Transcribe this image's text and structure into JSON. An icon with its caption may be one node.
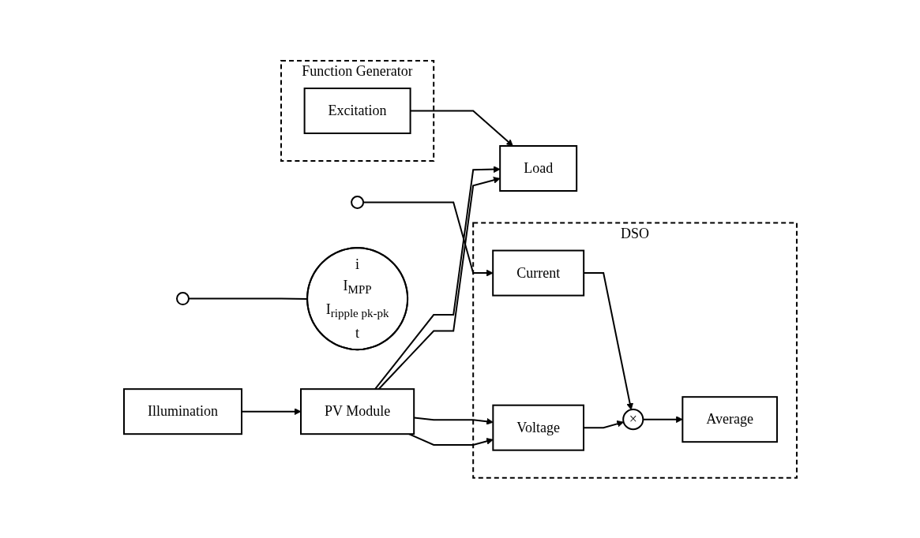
{
  "diagram": {
    "nodes": [
      {
        "text": [
          "Function Generator"
        ]
      },
      {
        "text": [
          "Excitation"
        ],
        "in": 0
      },
      {
        "text": [
          "i",
          "I$_{MPP}$",
          "I$_{ripple pk-pk}$",
          "t"
        ]
      },
      {
        "text": [],
        "shape": "circle"
      },
      {
        "text": [
          "Illumination"
        ]
      },
      {
        "text": [
          "PV Module"
        ]
      },
      {
        "text": [],
        "shape": "circle"
      },
      {
        "text": [
          "Load"
        ]
      },
      {
        "text": [
          "DSO"
        ]
      },
      {
        "text": [
          "Current"
        ],
        "in": 8
      },
      {
        "text": [
          "×"
        ],
        "in": 8
      },
      {
        "text": [
          "Voltage"
        ],
        "in": 8
      },
      {
        "text": [
          "Average"
        ],
        "in": 8
      }
    ],
    "edges": [
      {
        "from": 1,
        "to": 7,
        "arrow": "to"
      },
      {
        "from": 3,
        "to": 2,
        "arrow": "none"
      },
      {
        "from": 4,
        "to": 5,
        "arrow": "to"
      },
      {
        "from": 5,
        "to": 7,
        "arrow": "to"
      },
      {
        "from": 5,
        "to": 7,
        "arrow": "to"
      },
      {
        "from": 6,
        "to": 9,
        "arrow": "to"
      },
      {
        "from": 5,
        "to": 11,
        "arrow": "to"
      },
      {
        "from": 5,
        "to": 11,
        "arrow": "to"
      },
      {
        "from": 9,
        "to": 10,
        "arrow": "to"
      },
      {
        "from": 11,
        "to": 10,
        "arrow": "to"
      },
      {
        "from": 10,
        "to": 12,
        "arrow": "to"
      }
    ]
  }
}
